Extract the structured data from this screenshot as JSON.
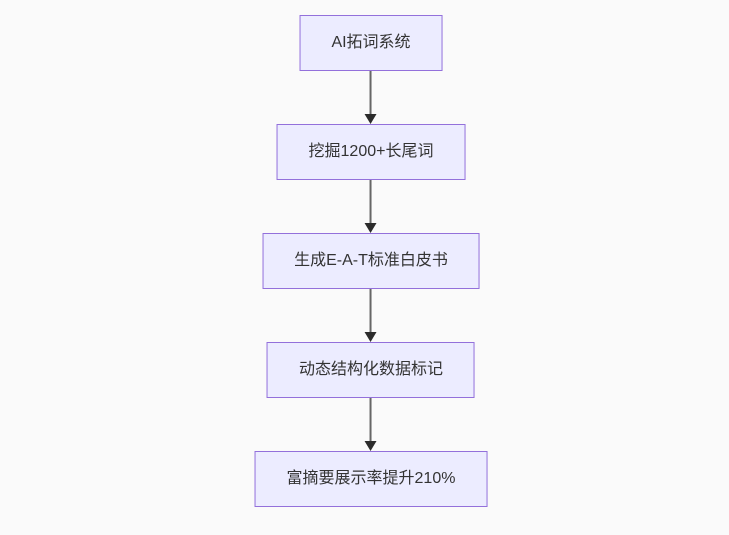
{
  "diagram": {
    "type": "flowchart",
    "direction": "top-down",
    "style": {
      "background": "#fafafa",
      "node_fill": "#ECECFF",
      "node_border": "#9370DB",
      "text_color": "#333333",
      "edge_line_color": "#666666",
      "arrowhead_color": "#2b2b2b"
    },
    "nodes": [
      {
        "label": "AI拓词系统"
      },
      {
        "label": "挖掘1200+长尾词"
      },
      {
        "label": "生成E-A-T标准白皮书"
      },
      {
        "label": "动态结构化数据标记"
      },
      {
        "label": "富摘要展示率提升210%"
      }
    ],
    "edges": [
      {
        "from": 0,
        "to": 1
      },
      {
        "from": 1,
        "to": 2
      },
      {
        "from": 2,
        "to": 3
      },
      {
        "from": 3,
        "to": 4
      }
    ]
  }
}
